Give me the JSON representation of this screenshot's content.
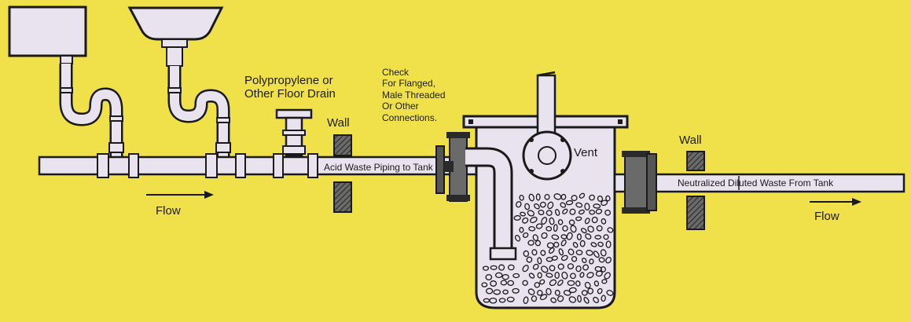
{
  "labels": {
    "drain": [
      "Polypropylene or",
      "Other Floor Drain"
    ],
    "check": [
      "Check",
      "For Flanged,",
      "Male Threaded",
      "Or Other",
      "Connections."
    ],
    "wall": "Wall",
    "vent": "Vent",
    "inlet_pipe": "Acid Waste Piping to Tank",
    "outlet_pipe": "Neutralized Diluted Waste From Tank",
    "flow": "Flow"
  },
  "colors": {
    "background": "#f0e04a",
    "equipment": "#e9e3f0",
    "outline": "#1a1a1a",
    "wall_hatch": "#3a3a3a"
  }
}
